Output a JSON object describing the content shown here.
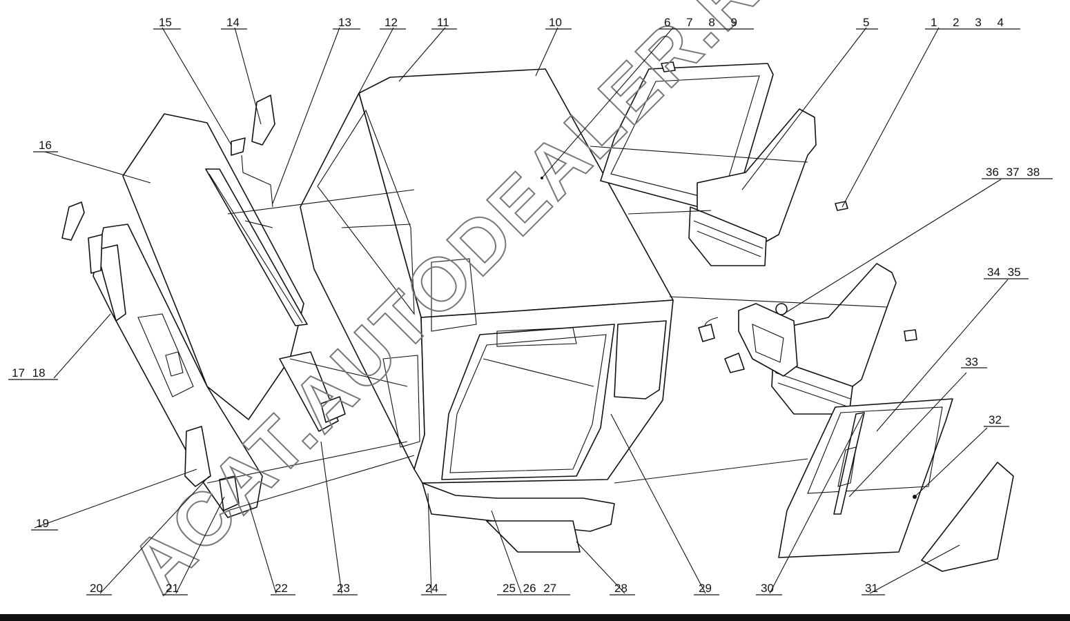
{
  "watermark": "ACAT.AUTODEALER.RU",
  "callouts": {
    "c1": "1 2 3 4",
    "c5": "5",
    "c6": "6 7 8 9",
    "c10": "10",
    "c11": "11",
    "c12": "12",
    "c13": "13",
    "c14": "14",
    "c15": "15",
    "c16": "16",
    "c17": "17 18",
    "c19": "19",
    "c20": "20",
    "c21": "21",
    "c22": "22",
    "c23": "23",
    "c24": "24",
    "c25": "25 26 27",
    "c28": "28",
    "c29": "29",
    "c30": "30",
    "c31": "31",
    "c32": "32",
    "c33": "33",
    "c34": "34 35",
    "c36": "36 37 38"
  }
}
